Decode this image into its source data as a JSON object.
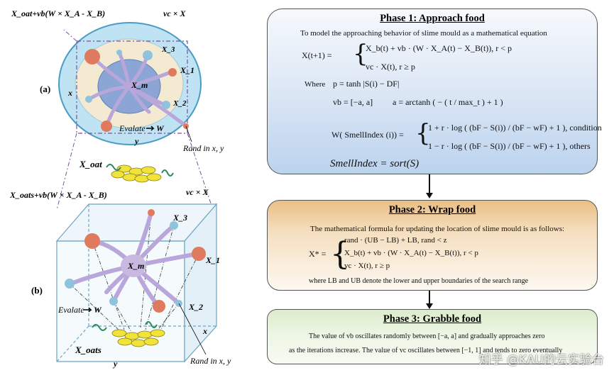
{
  "left": {
    "formula_top": "X_oat+vb(W × X_A - X_B)",
    "vc_top": "vc × X",
    "label_a": "(a)",
    "label_b": "(b)",
    "x1_top": "X_1",
    "x2_top": "X_2",
    "x3_top": "X_3",
    "xm_top": "X_m",
    "evalate_top": "Evalate",
    "w_top": "W",
    "x_axis_top": "x",
    "y_axis_top": "y",
    "rand_top": "Rand in x, y",
    "xoat": "X_oat",
    "formula_bottom": "X_oats+vb(W × X_A - X_B)",
    "vc_bottom": "vc × X",
    "x1_bottom": "X_1",
    "x2_bottom": "X_2",
    "x3_bottom": "X_3",
    "xm_bottom": "X_m",
    "evalate_bottom": "Evalate",
    "w_bottom": "W",
    "xoats": "X_oats",
    "x_axis_bottom": "x",
    "y_axis_bottom": "y",
    "rand_bottom": "Rand in x, y"
  },
  "phase1": {
    "title": "Phase 1: Approach food",
    "intro": "To model the approaching behavior of slime mould as a mathematical equation",
    "lhs": "X(t+1) =",
    "case1": "X_b(t) + vb · (W · X_A(t) − X_B(t)), r < p",
    "case2": "vc · X(t), r ≥ p",
    "where": "Where",
    "p_eq": "p = tanh |S(i) − DF|",
    "vb_eq": "vb = [−a, a]",
    "a_eq": "a = arctanh ( − ( t / max_t ) + 1 )",
    "w_lhs": "W( SmellIndex (i)) =",
    "w_case1": "1 + r · log ( (bF − S(i)) / (bF − wF) + 1 ),  condition",
    "w_case2": "1 − r · log ( (bF − S(i)) / (bF − wF) + 1 ),     others",
    "smell": "SmellIndex = sort(S)"
  },
  "phase2": {
    "title": "Phase 2: Wrap food",
    "intro": "The mathematical formula for updating the location of slime mould is as follows:",
    "lhs": "X* =",
    "case1": "rand · (UB − LB) + LB,  rand < z",
    "case2": "X_b(t) + vb · (W · X_A(t) − X_B(t)), r < p",
    "case3": "vc · X(t), r ≥ p",
    "note": "where LB and UB denote the lower and upper boundaries of the search range"
  },
  "phase3": {
    "title": "Phase 3: Grabble food",
    "line1": "The value of  vb  oscillates randomly between [−a, a] and gradually approaches zero",
    "line2": "as the iterations increase. The value of  vc  oscillates between [−1, 1] and tends to zero eventually"
  },
  "watermark": "知乎 @KAU的云实验台",
  "colors": {
    "phase1_fill": "#bcd3ee",
    "phase2_fill": "#e9bf86",
    "phase3_fill": "#dceccb",
    "node_red": "#e07a5f",
    "node_blue": "#8fc3dc",
    "arm": "#c9b8e0",
    "oat_yellow": "#f2e33a"
  }
}
